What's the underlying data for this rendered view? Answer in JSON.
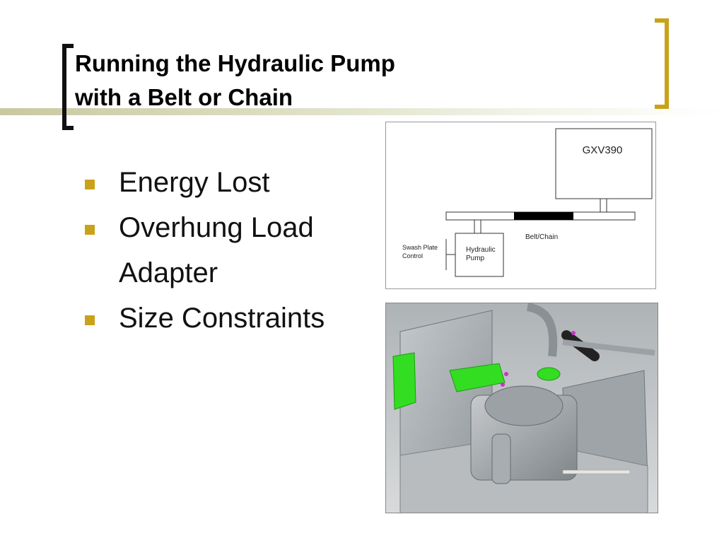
{
  "slide": {
    "title_lines": [
      "Running the Hydraulic Pump",
      "with a Belt or Chain"
    ],
    "bullets": [
      {
        "text": "Energy Lost"
      },
      {
        "text": "Overhung Load",
        "continuation": "Adapter"
      },
      {
        "text": "Size Constraints"
      }
    ]
  },
  "diagram": {
    "engine_label": "GXV390",
    "belt_label": "Belt/Chain",
    "pump_label_lines": [
      "Hydraulic",
      "Pump"
    ],
    "swash_label_lines": [
      "Swash Plate",
      "Control"
    ]
  },
  "colors": {
    "accent_gold": "#c9a21a",
    "bracket_black": "#111111",
    "cad_green": "#33dd22"
  }
}
